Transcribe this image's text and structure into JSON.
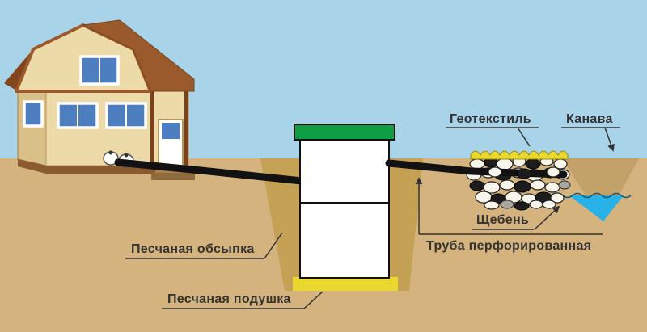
{
  "diagram": {
    "labels": {
      "geotextile": "Геотекстиль",
      "ditch": "Канава",
      "gravel": "Щебень",
      "perforated_pipe": "Труба перфорированная",
      "sand_backfill": "Песчаная обсыпка",
      "sand_cushion": "Песчаная подушка"
    },
    "colors": {
      "sky": "#a8d3e8",
      "ground": "#d4b37e",
      "trench": "#c5a156",
      "sand": "#e9d830",
      "tank-lid": "#0d9e45",
      "tank-body": "#ffffff",
      "water": "#29b2e8",
      "roof": "#9b5a2b",
      "wall-front": "#ecdaa9",
      "wall-side": "#d9c089",
      "window": "#4d7fc0",
      "pipe": "#121212",
      "label-text": "#333333"
    }
  }
}
